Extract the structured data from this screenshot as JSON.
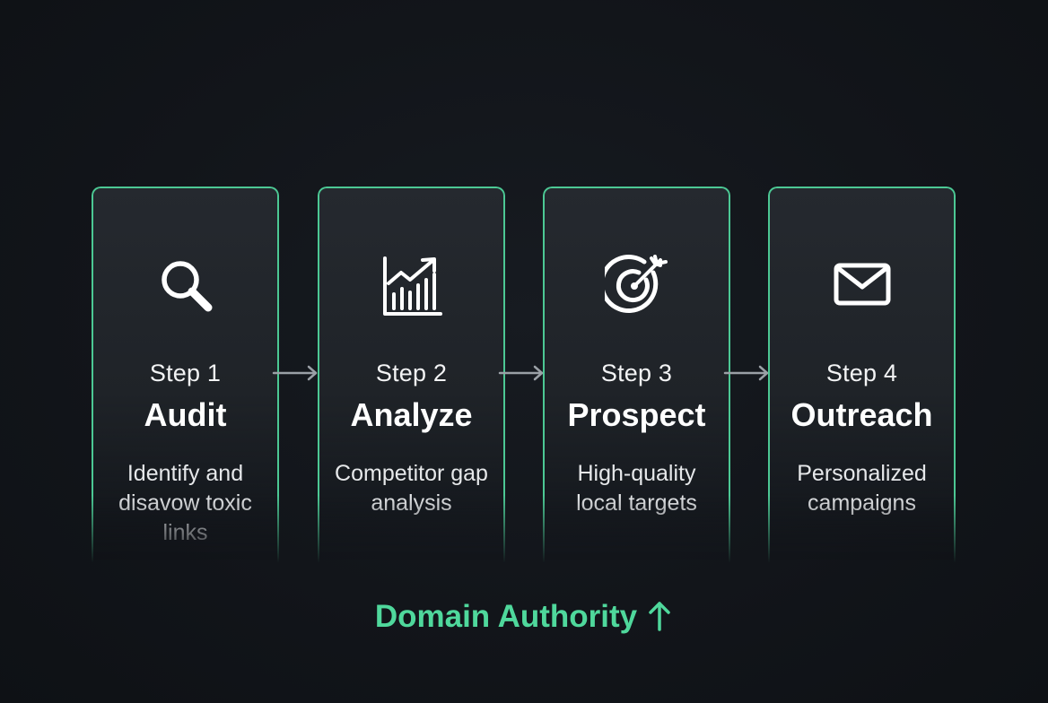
{
  "steps": [
    {
      "icon": "magnifying-glass-icon",
      "step_label": "Step 1",
      "title": "Audit",
      "description": "Identify and disavow toxic links"
    },
    {
      "icon": "bar-chart-trend-icon",
      "step_label": "Step 2",
      "title": "Analyze",
      "description": "Competitor gap analysis"
    },
    {
      "icon": "target-arrow-icon",
      "step_label": "Step 3",
      "title": "Prospect",
      "description": "High-quality local targets"
    },
    {
      "icon": "envelope-icon",
      "step_label": "Step 4",
      "title": "Outreach",
      "description": "Personalized campaigns"
    }
  ],
  "footer": {
    "label": "Domain Authority",
    "icon": "arrow-up-icon"
  },
  "colors": {
    "background": "#12151a",
    "card_border": "#4cc894",
    "accent": "#4fd89c",
    "arrow": "#9aa0a6",
    "text": "#ffffff"
  }
}
